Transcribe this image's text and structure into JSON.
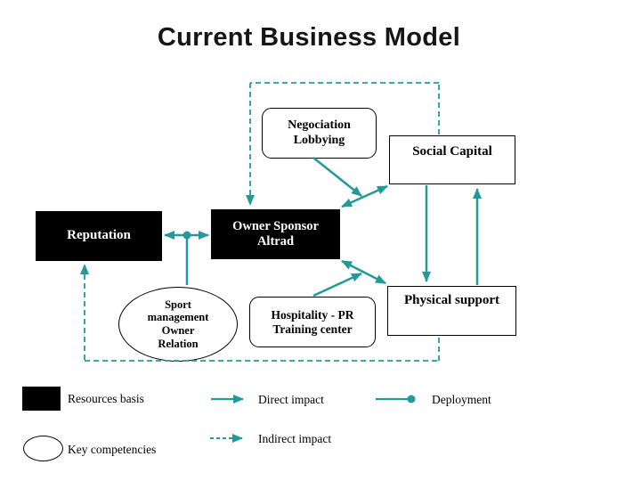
{
  "title": "Current Business Model",
  "colors": {
    "accent_teal": "#239a9a",
    "resource_box_fill": "#000000",
    "background": "#ffffff"
  },
  "nodes": {
    "negociation": {
      "label": "Negociation\nLobbying",
      "shape": "rounded-rect"
    },
    "social_capital": {
      "label": "Social Capital",
      "shape": "rect"
    },
    "reputation": {
      "label": "Reputation",
      "shape": "rect-filled-black"
    },
    "owner_sponsor": {
      "label": "Owner Sponsor\nAltrad",
      "shape": "rect-filled-black"
    },
    "sport_management": {
      "label": "Sport\nmanagement\nOwner\nRelation",
      "shape": "ellipse"
    },
    "hospitality": {
      "label": "Hospitality - PR\nTraining center",
      "shape": "rounded-rect"
    },
    "physical_support": {
      "label": "Physical support",
      "shape": "rect"
    }
  },
  "edges": [
    {
      "from": "negociation",
      "to": "owner_sponsor/social_capital link",
      "type": "direct"
    },
    {
      "from": "owner_sponsor",
      "to": "social_capital",
      "type": "direct-bidirectional"
    },
    {
      "from": "owner_sponsor",
      "to": "physical_support",
      "type": "direct-bidirectional"
    },
    {
      "from": "hospitality",
      "to": "owner_sponsor/physical_support link",
      "type": "direct"
    },
    {
      "from": "social_capital",
      "to": "physical_support",
      "type": "direct"
    },
    {
      "from": "physical_support",
      "to": "social_capital",
      "type": "direct"
    },
    {
      "from": "reputation",
      "to": "owner_sponsor",
      "type": "direct-bidirectional"
    },
    {
      "from": "sport_management",
      "to": "reputation-owner link",
      "type": "deployment"
    },
    {
      "from": "sport_management loop",
      "to": "reputation",
      "type": "indirect"
    },
    {
      "from": "sport_management loop",
      "to": "owner_sponsor",
      "type": "indirect"
    },
    {
      "from": "sport_management loop",
      "to": "social_capital",
      "type": "indirect"
    }
  ],
  "legend": {
    "resources_basis": "Resources basis",
    "key_competencies": "Key competencies",
    "direct_impact": "Direct impact",
    "indirect_impact": "Indirect impact",
    "deployment": "Deployment"
  }
}
